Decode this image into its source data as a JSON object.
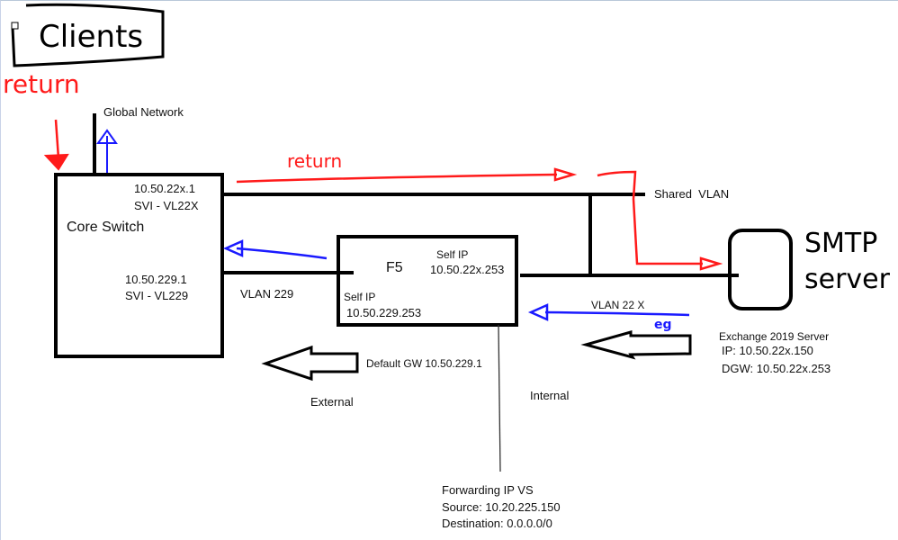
{
  "colors": {
    "red": "#ff1a1a",
    "blue": "#1a1aff",
    "black": "#000000"
  },
  "clients_label": "Clients",
  "return_labels": [
    "return",
    "return"
  ],
  "global_network": "Global Network",
  "core_switch": {
    "title": "Core Switch",
    "svi_22x_ip": "10.50.22x.1",
    "svi_22x_name": "SVI - VL22X",
    "svi_229_ip": "10.50.229.1",
    "svi_229_name": "SVI - VL229"
  },
  "shared_vlan": "Shared  VLAN",
  "vlan_229": "VLAN 229",
  "vlan_22x": "VLAN 22 X",
  "f5": {
    "title": "F5",
    "self_ip_label_int": "Self IP",
    "self_ip_int": "10.50.22x.253",
    "self_ip_label_ext": "Self IP",
    "self_ip_ext": "10.50.229.253"
  },
  "default_gw": "Default GW 10.50.229.1",
  "external": "External",
  "internal": "Internal",
  "eg": "eg",
  "smtp_label": [
    "SMTP",
    "server"
  ],
  "exchange": {
    "name": "Exchange 2019 Server",
    "ip": "IP: 10.50.22x.150",
    "dgw": "DGW: 10.50.22x.253"
  },
  "forwarding": {
    "title": "Forwarding IP VS",
    "source": "Source: 10.20.225.150",
    "destination": "Destination: 0.0.0.0/0"
  }
}
